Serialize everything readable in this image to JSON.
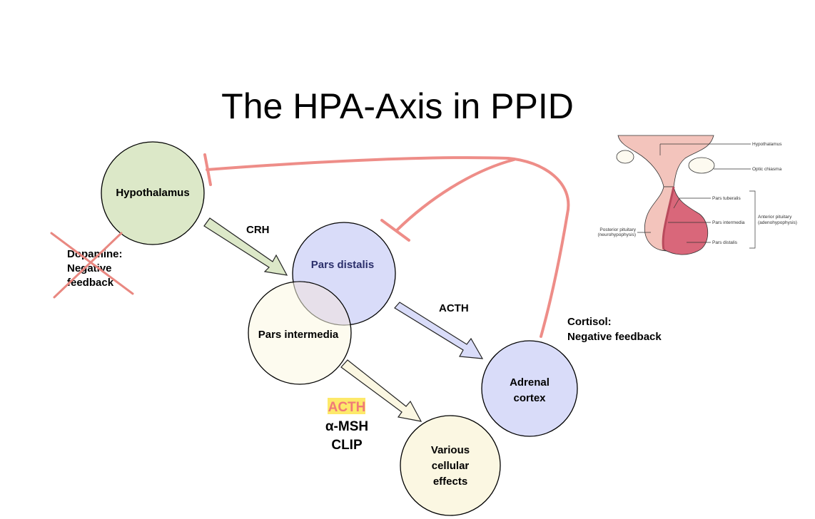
{
  "title": "The HPA-Axis in PPID",
  "nodes": {
    "hypothalamus": "Hypothalamus",
    "pars_distalis": "Pars distalis",
    "pars_intermedia": "Pars intermedia",
    "adrenal_cortex": [
      "Adrenal",
      "cortex"
    ],
    "various_effects": [
      "Various",
      "cellular",
      "effects"
    ]
  },
  "edges": {
    "crh": "CRH",
    "acth": "ACTH"
  },
  "dopamine": [
    "Dopamine:",
    "Negative",
    "feedback"
  ],
  "cortisol": [
    "Cortisol:",
    "Negative feedback"
  ],
  "products": [
    "ACTH",
    "α-MSH",
    "CLIP"
  ],
  "anatomy": {
    "hypothalamus": "Hypothalamus",
    "optic_chiasma": "Optic chiasma",
    "pars_tuberalis": "Pars tuberalis",
    "pars_intermedia": "Pars intermedia",
    "pars_distalis": "Pars distalis",
    "posterior": [
      "Posterior pituitary",
      "(neurohypophysis)"
    ],
    "anterior": [
      "Anterior pituitary",
      "(adenohypophysis)"
    ]
  },
  "colors": {
    "hypothalamus_fill": "#dce8c8",
    "pars_distalis_fill": "#d9dcf9",
    "pars_intermedia_fill": "#fbf7e2",
    "adrenal_fill": "#d9dcf9",
    "effects_fill": "#fbf7e2",
    "feedback_line": "#ee8d88",
    "highlight": "#fde96a"
  }
}
